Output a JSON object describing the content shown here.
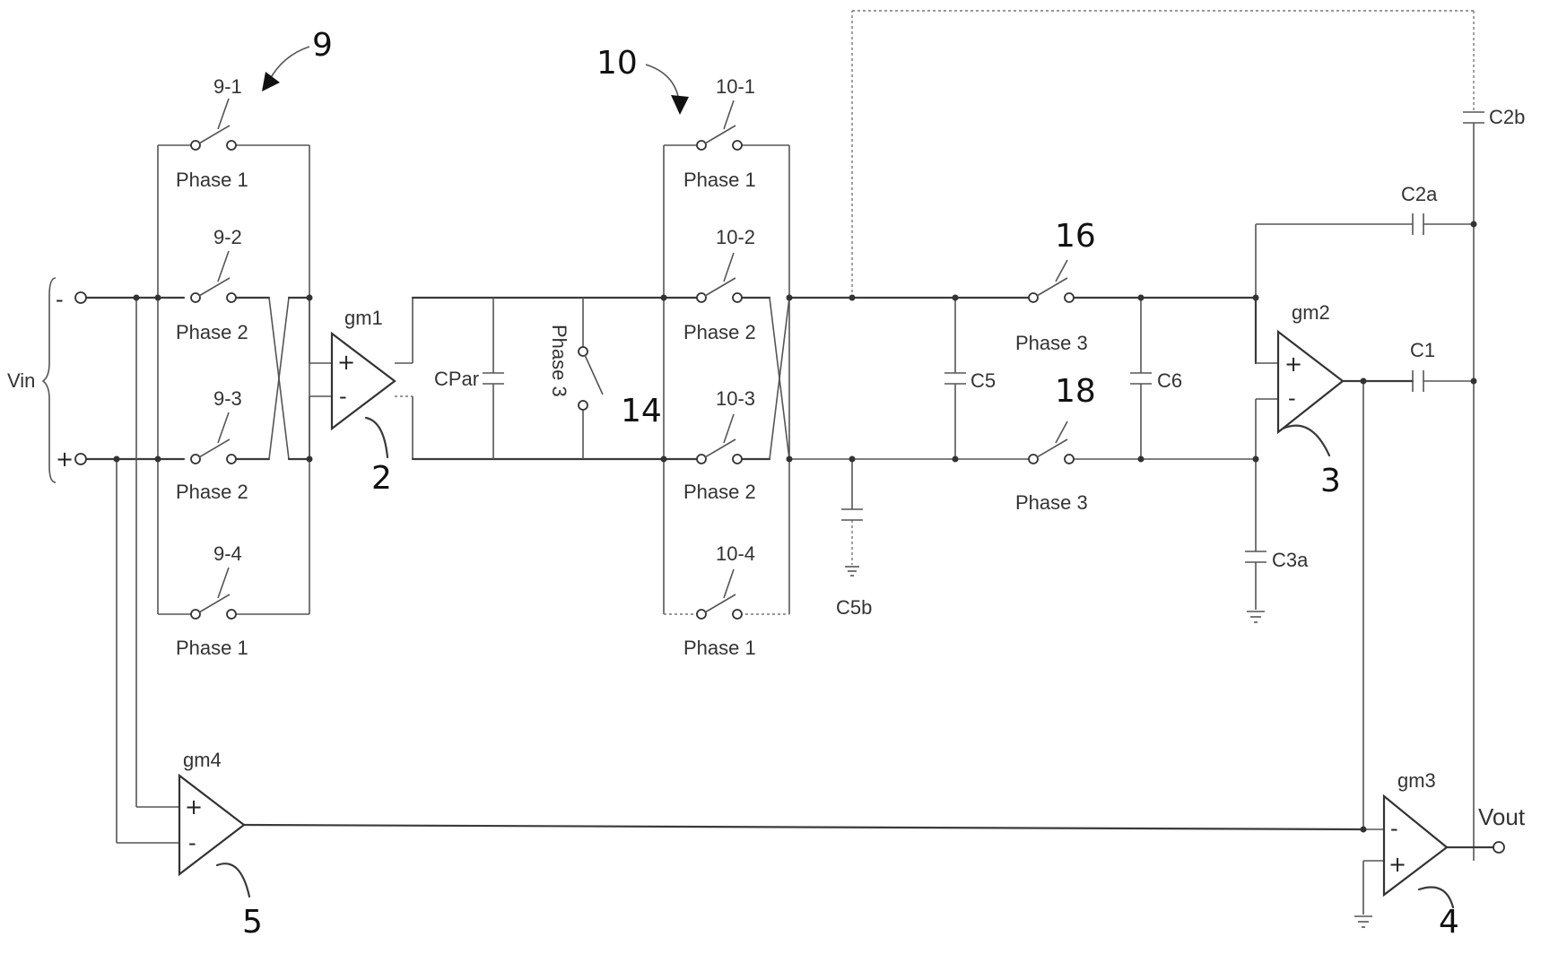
{
  "inputs": {
    "vin": "Vin",
    "minus": "-",
    "plus": "+"
  },
  "output": {
    "vout": "Vout"
  },
  "amplifiers": {
    "gm1": {
      "name": "gm1",
      "ref": "2",
      "plus": "+",
      "minus": "-"
    },
    "gm2": {
      "name": "gm2",
      "ref": "3",
      "plus": "+",
      "minus": "-"
    },
    "gm3": {
      "name": "gm3",
      "ref": "4",
      "plus": "+",
      "minus": "-"
    },
    "gm4": {
      "name": "gm4",
      "ref": "5",
      "plus": "+",
      "minus": "-"
    }
  },
  "switch_groups": {
    "g9": "9",
    "g10": "10"
  },
  "switches": {
    "s9_1": {
      "id": "9-1",
      "phase": "Phase 1"
    },
    "s9_2": {
      "id": "9-2",
      "phase": "Phase 2"
    },
    "s9_3": {
      "id": "9-3",
      "phase": "Phase 2"
    },
    "s9_4": {
      "id": "9-4",
      "phase": "Phase 1"
    },
    "s10_1": {
      "id": "10-1",
      "phase": "Phase 1"
    },
    "s10_2": {
      "id": "10-2",
      "phase": "Phase 2"
    },
    "s10_3": {
      "id": "10-3",
      "phase": "Phase 2"
    },
    "s10_4": {
      "id": "10-4",
      "phase": "Phase 1"
    },
    "s14": {
      "id": "14",
      "phase": "Phase 3"
    },
    "s16": {
      "id": "16",
      "phase": "Phase 3"
    },
    "s18": {
      "id": "18",
      "phase": "Phase 3"
    }
  },
  "capacitors": {
    "cpar": "CPar",
    "c5": "C5",
    "c6": "C6",
    "c5b": "C5b",
    "c3a": "C3a",
    "c2a": "C2a",
    "c2b": "C2b",
    "c1": "C1"
  }
}
